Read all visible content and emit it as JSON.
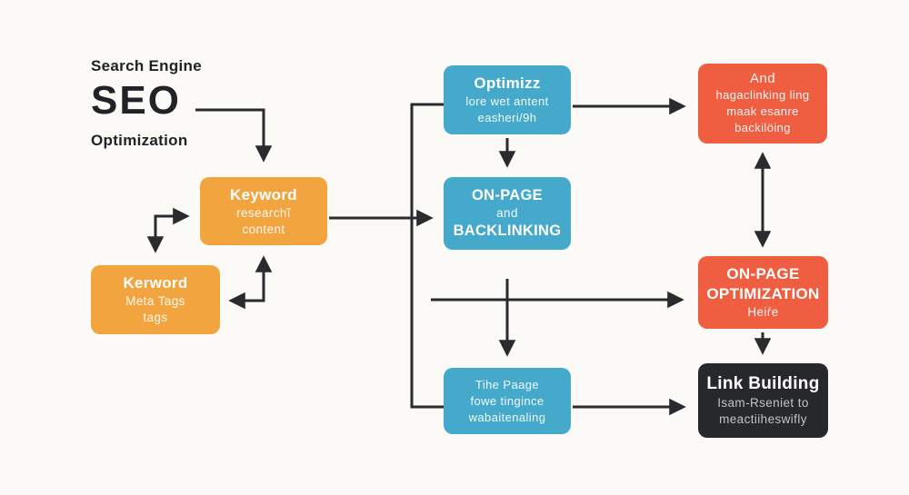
{
  "colors": {
    "background": "#fbfaf7",
    "orange": "#f2a43f",
    "blue": "#45a9cb",
    "red": "#f05e42",
    "dark": "#26282b",
    "arrow": "#2a2b2e",
    "heading_text": "#222326"
  },
  "header": {
    "line1": "Search Engine",
    "brand": "SEO",
    "line2": "Optimization"
  },
  "nodes": {
    "keyword": {
      "title": "Keyword",
      "lines": [
        "researchĩ",
        "content"
      ]
    },
    "kerword": {
      "title": "Kerword",
      "lines": [
        "Meta Tags",
        "tags"
      ]
    },
    "optimizz": {
      "title": "Optimizz",
      "lines": [
        "lore wet antent",
        "easheri/9h"
      ]
    },
    "onpage_backlinking": {
      "line1": "ON-PAGE",
      "line2": "and",
      "line3": "BACKLINKING"
    },
    "tihe_page": {
      "lines": [
        "Tihe Paage",
        "fowe tingince",
        "wabaitenaling"
      ]
    },
    "and_backlinking": {
      "title": "And",
      "lines": [
        "hagaclinking ling",
        "maak esanre",
        "backilöing"
      ]
    },
    "onpage_optimization": {
      "line1": "ON-PAGE",
      "line2": "OPTIMIZATION",
      "line3": "Heiŕe"
    },
    "link_building": {
      "title": "Link Building",
      "lines": [
        "Isam-Rseniet to",
        "meactiiheswifly"
      ]
    }
  }
}
